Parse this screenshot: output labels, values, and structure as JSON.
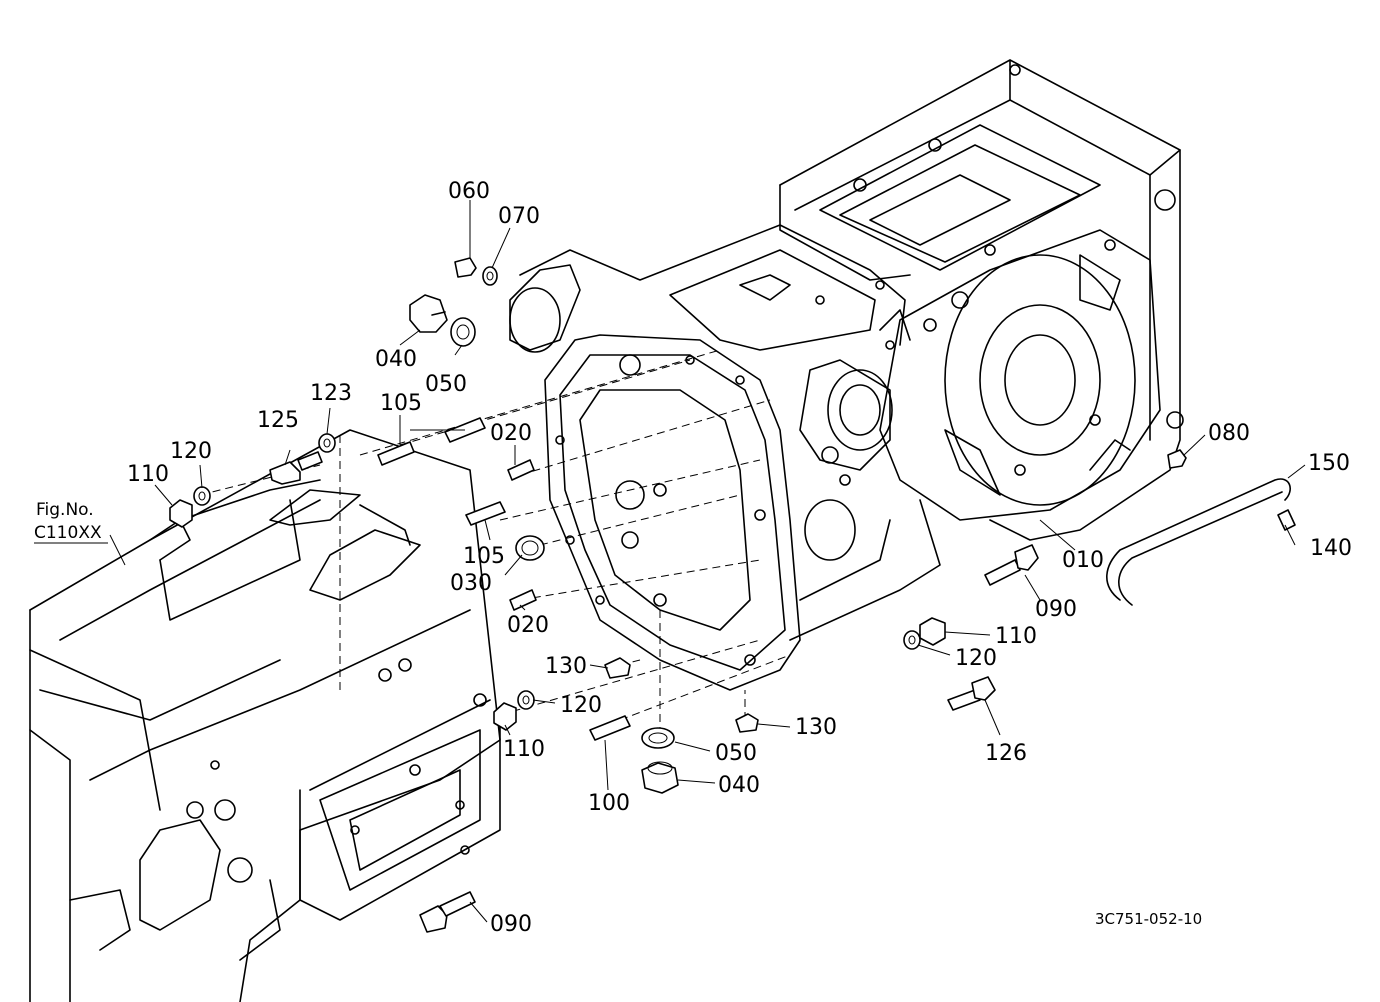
{
  "figure_reference": {
    "line1": "Fig.No.",
    "line2": "C110XX"
  },
  "drawing_number": "3C751-052-10",
  "callouts": {
    "p060": "060",
    "p070": "070",
    "p040_top": "040",
    "p050_top": "050",
    "p123": "123",
    "p125": "125",
    "p105_top": "105",
    "p020_top": "020",
    "p120_left": "120",
    "p110_left": "110",
    "p105_mid": "105",
    "p030": "030",
    "p020_bottom": "020",
    "p080": "080",
    "p150": "150",
    "p010": "010",
    "p140": "140",
    "p090_right": "090",
    "p110_right": "110",
    "p120_right": "120",
    "p130_left": "130",
    "p120_lower": "120",
    "p110_lower": "110",
    "p130_right": "130",
    "p050_bottom": "050",
    "p126": "126",
    "p040_bottom": "040",
    "p100": "100",
    "p090_bottom": "090"
  }
}
